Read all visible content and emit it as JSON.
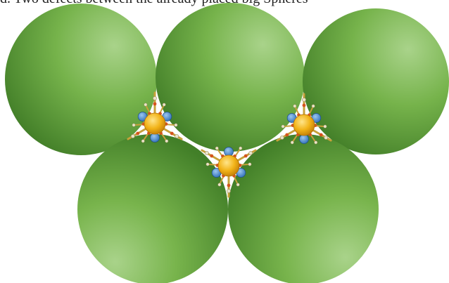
{
  "caption": {
    "visible_text": "d. Two defects between the already placed big Spheres"
  },
  "scene": {
    "background": "#ffffff",
    "big_sphere": {
      "color_light": "#a9d38a",
      "color_mid": "#6fae45",
      "color_dark": "#3f7b26",
      "count": 5
    },
    "cluster": {
      "count": 3,
      "core_color": "#f2b318",
      "ring_color": "#4a8fd6",
      "link_color": "#d4541e",
      "tip_color": "#c7a13a",
      "pale_color": "#e9e3c8"
    }
  }
}
